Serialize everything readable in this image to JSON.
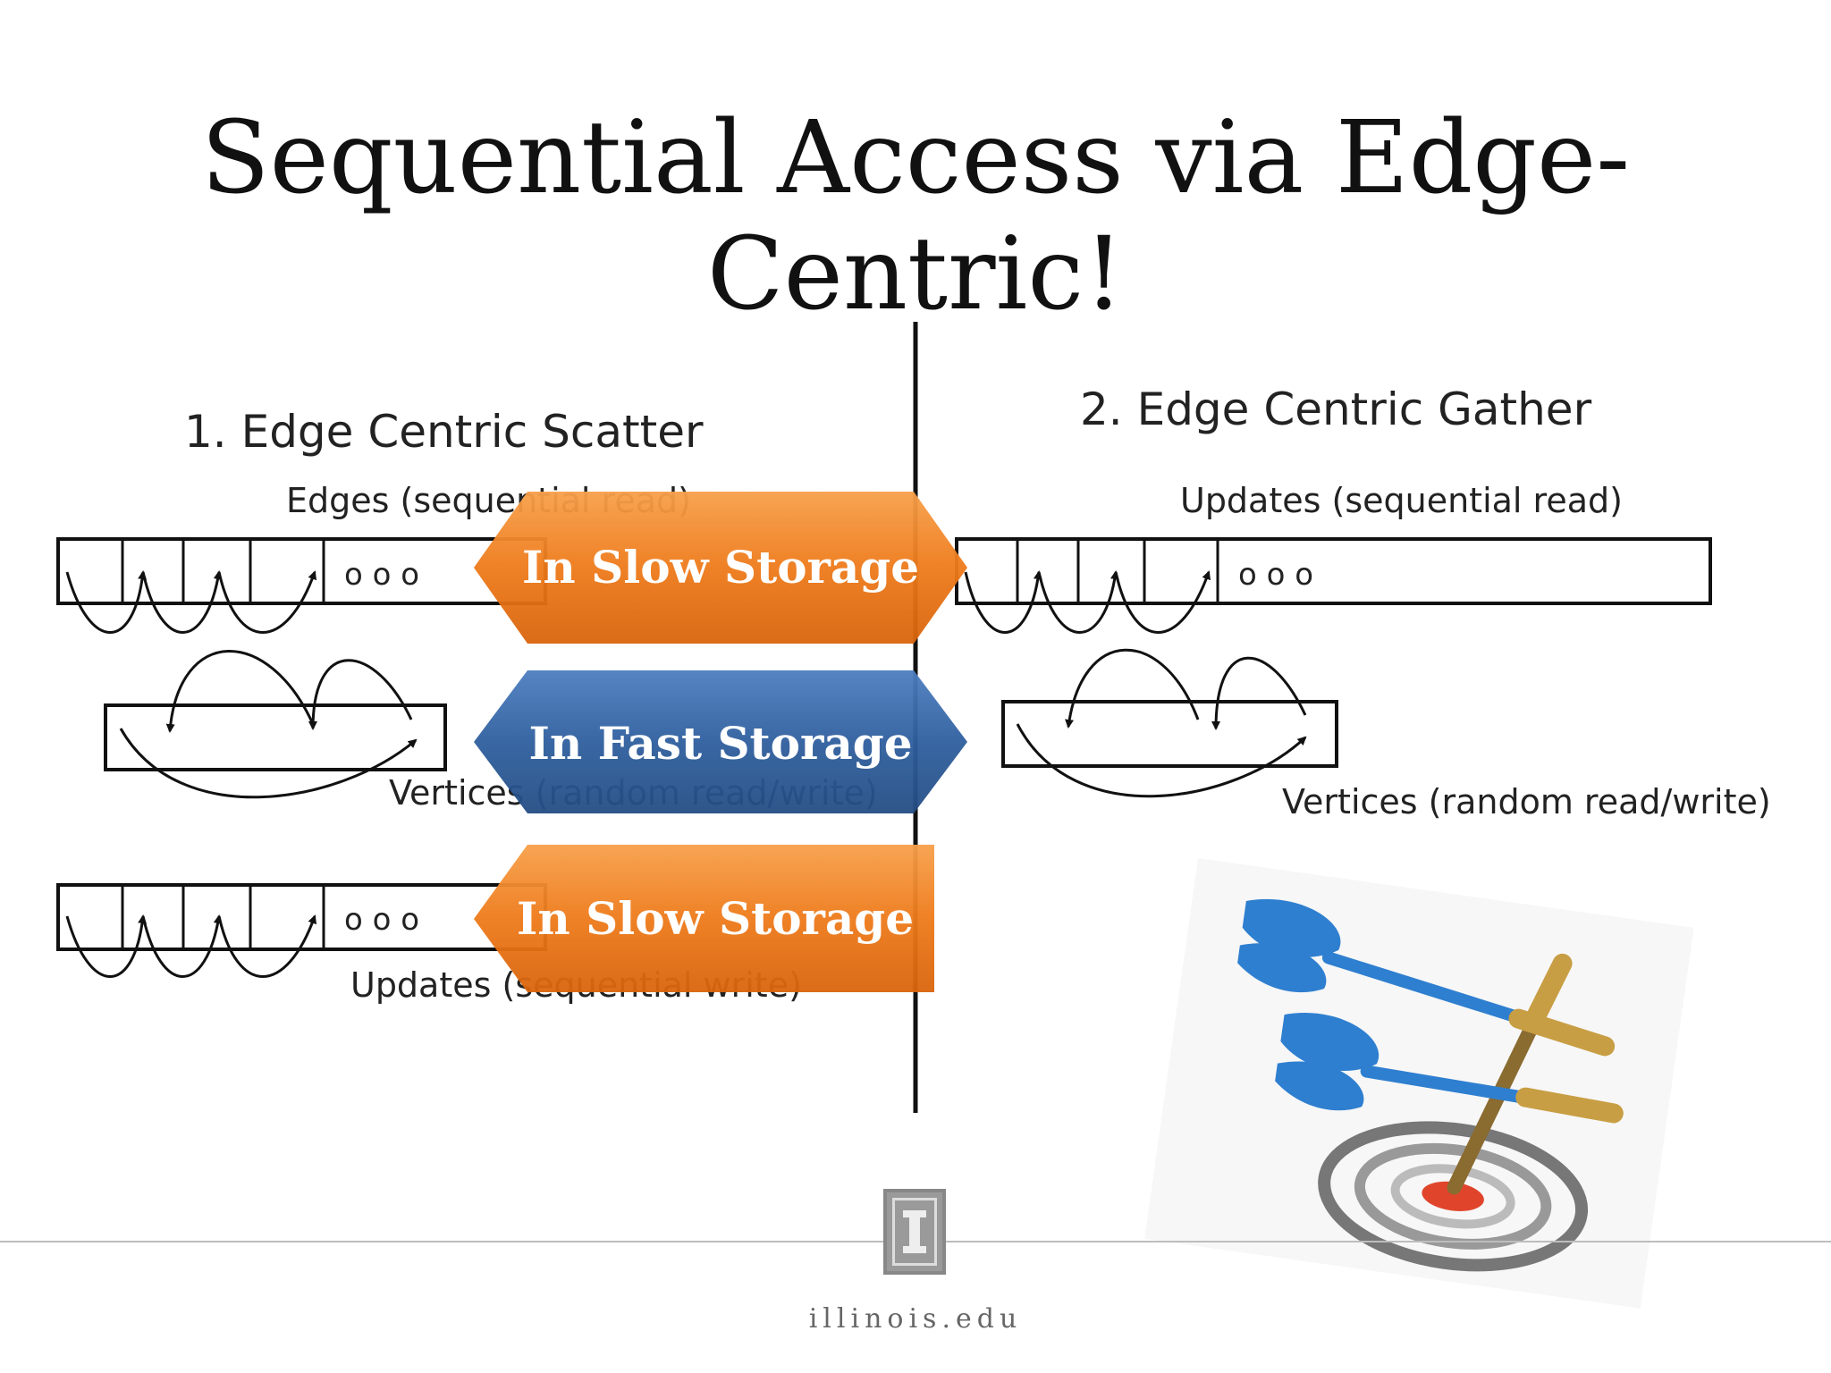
{
  "slide": {
    "title": "Sequential Access via Edge-Centric!",
    "footer": "illinois.edu"
  },
  "scatter": {
    "heading": "1. Edge Centric Scatter",
    "edges_label": "Edges (sequential read)",
    "vertices_label": "Vertices (random read/write)",
    "updates_label": "Updates (sequential write)",
    "ellipsis": "o o o"
  },
  "gather": {
    "heading": "2. Edge Centric Gather",
    "updates_label": "Updates (sequential read)",
    "vertices_label": "Vertices (random read/write)",
    "ellipsis": "o o o"
  },
  "callouts": {
    "slow_top": "In  Slow Storage",
    "fast": "In Fast Storage",
    "slow_bottom": "In  Slow Storage"
  },
  "colors": {
    "slow": "#ee7a1a",
    "fast": "#2f5f9e",
    "dart": "#2f7fd0",
    "target_center": "#e0452c"
  },
  "icons": {
    "logo": "illinois-block-i-icon",
    "image": "darts-target-icon"
  }
}
